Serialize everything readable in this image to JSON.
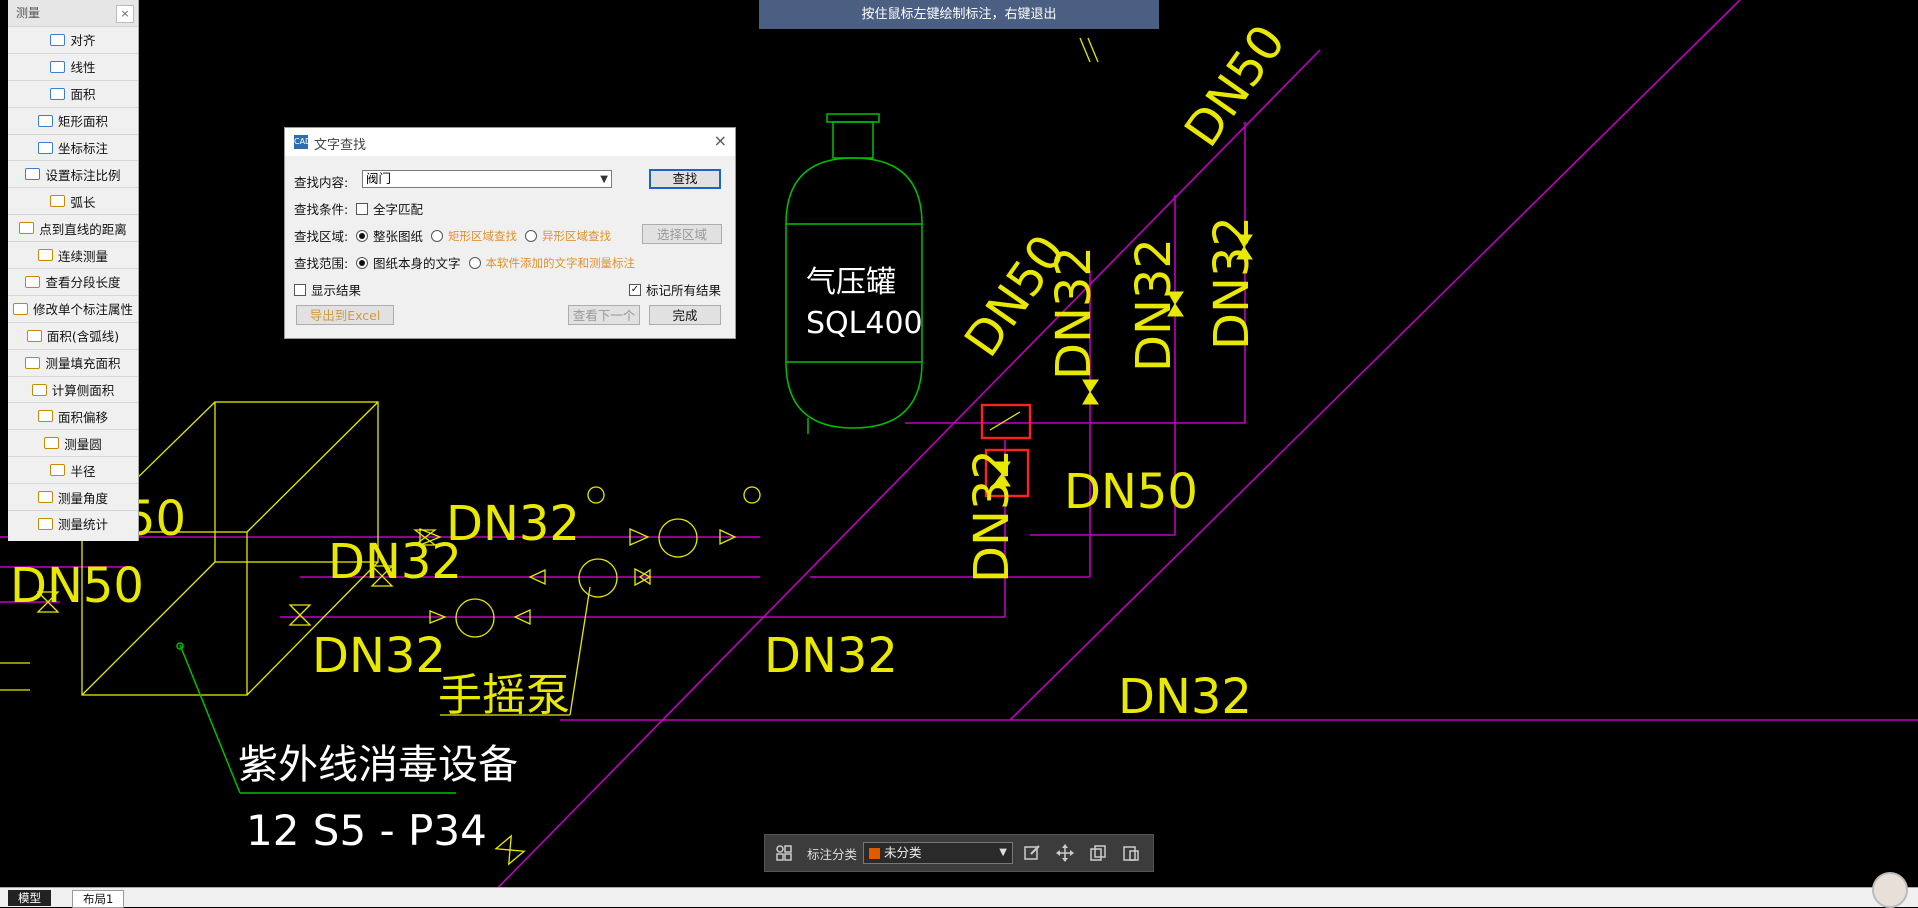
{
  "hint": "按住鼠标左键绘制标注，右键退出",
  "measure_panel": {
    "title": "测量",
    "close": "×",
    "items": [
      "对齐",
      "线性",
      "面积",
      "矩形面积",
      "坐标标注",
      "设置标注比例",
      "弧长",
      "点到直线的距离",
      "连续测量",
      "查看分段长度",
      "修改单个标注属性",
      "面积(含弧线)",
      "测量填充面积",
      "计算侧面积",
      "面积偏移",
      "测量圆",
      "半径",
      "测量角度",
      "测量统计"
    ]
  },
  "find_dialog": {
    "title": "文字查找",
    "close": "×",
    "content_label": "查找内容:",
    "content_value": "阀门",
    "find_button": "查找",
    "condition_label": "查找条件:",
    "whole_match": "全字匹配",
    "area_label": "查找区域:",
    "area_options": [
      "整张图纸",
      "矩形区域查找",
      "异形区域查找"
    ],
    "select_area_button": "选择区域",
    "scope_label": "查找范围:",
    "scope_options": [
      "图纸本身的文字",
      "本软件添加的文字和测量标注"
    ],
    "show_results": "显示结果",
    "mark_all": "标记所有结果",
    "export_button": "导出到Excel",
    "next_button": "查看下一个",
    "done_button": "完成"
  },
  "bottom_toolbar": {
    "label": "标注分类",
    "selected": "未分类",
    "swatch_color": "#e05a00"
  },
  "statusbar": {
    "tabs": [
      "模型",
      "布局1"
    ]
  },
  "drawing": {
    "labels": {
      "dn50_right_top": "DN50",
      "dn50_diag": "DN50",
      "dn32_a": "DN32",
      "dn32_b": "DN32",
      "dn32_c": "DN32",
      "dn32_vert": "DN32",
      "dn50_mid": "DN50",
      "dn32_left_top": "DN32",
      "dn32_left_mid": "DN32",
      "dn32_left_bot": "DN32",
      "dn50_left": "DN50",
      "dn50_left2": "50",
      "dn32_center": "DN32",
      "dn32_bottom": "DN32",
      "tank_name": "气压罐",
      "tank_model": "SQL400",
      "hand_pump": "手摇泵",
      "uv_device": "紫外线消毒设备",
      "uv_ref": "12 S5 - P34"
    },
    "colors": {
      "pipe": "#c000c0",
      "text": "#e8e800",
      "equipment": "#00c000",
      "highlight": "#ff2020"
    }
  }
}
